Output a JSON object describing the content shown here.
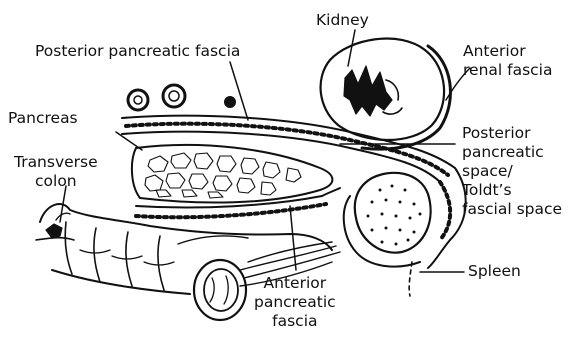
{
  "labels": {
    "kidney": "Kidney",
    "posterior_pancreatic_fascia": "Posterior pancreatic fascia",
    "anterior_renal_fascia": [
      "Anterior",
      "renal fascia"
    ],
    "pancreas": "Pancreas",
    "transverse_colon": [
      "Transverse",
      "colon"
    ],
    "posterior_pancreatic_space": [
      "Posterior",
      "pancreatic",
      "space/",
      "Toldt’s",
      "fascial space"
    ],
    "spleen": "Spleen",
    "anterior_pancreatic_fascia": [
      "Anterior",
      "pancreatic",
      "fascia"
    ]
  },
  "colors": {
    "ink": "#111111",
    "background": "#ffffff"
  }
}
